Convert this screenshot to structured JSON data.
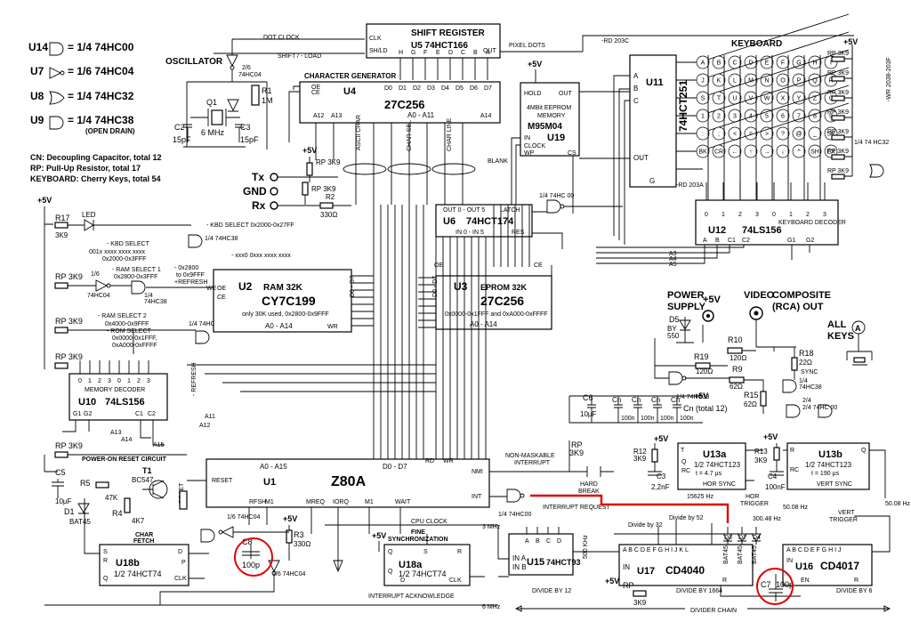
{
  "legend": {
    "u14": "U14",
    "u14_desc": "= 1/4 74HC00",
    "u7": "U7",
    "u7_desc": "= 1/6 74HC04",
    "u8": "U8",
    "u8_desc": "= 1/4 74HC32",
    "u9": "U9",
    "u9_desc": "= 1/4 74HC38",
    "u9_note": "(OPEN DRAIN)",
    "cn": "CN: Decoupling Capacitor, total 12",
    "rp": "RP: Pull-Up Resistor, total 17",
    "kb": "KEYBOARD: Cherry Keys, total 54"
  },
  "oscillator": {
    "title": "OSCILLATOR",
    "inv": "2/6",
    "inv_part": "74HC04",
    "r1": "R1",
    "r1_val": "1M",
    "q1": "Q1",
    "q1_val": "6 MHz",
    "c2": "C2",
    "c2_val": "15pF",
    "c3": "C3",
    "c3_val": "15pF"
  },
  "shift": {
    "title": "SHIFT REGISTER",
    "part": "U5  74HCT166",
    "clk": "CLK",
    "sh_ld": "SH/LD",
    "out": "OUT",
    "bits": [
      "H",
      "G",
      "F",
      "E",
      "D",
      "C",
      "B",
      "A"
    ],
    "dot_clock": "DOT CLOCK",
    "shift_load": "SHIFT / - LOAD",
    "pixel_dots": "PIXEL DOTS"
  },
  "chargen": {
    "title": "CHARACTER GENERATOR",
    "name": "U4",
    "part": "27C256",
    "ce": "CE",
    "oe": "OE",
    "a12": "A12",
    "a13": "A13",
    "data": [
      "D0",
      "D1",
      "D2",
      "D3",
      "D4",
      "D5",
      "D6",
      "D7"
    ],
    "addr": "A0 - A11",
    "a14": "A14",
    "bus1": "ASCII CHAR",
    "bus2": "CHAR SEL",
    "bus3": "CHAR LINE",
    "blank": "BLANK"
  },
  "eeprom": {
    "vcc": "+5V",
    "hold": "HOLD",
    "out": "OUT",
    "desc1": "4MBit EEPROM",
    "desc2": "MEMORY",
    "part": "M95M04",
    "name": "U19",
    "in": "IN",
    "clock": "CLOCK",
    "wp": "WP",
    "cs": "CS"
  },
  "u11": {
    "name": "U11",
    "part": "74HCT251",
    "pins": [
      "A",
      "B",
      "C"
    ],
    "out": "OUT",
    "g": "G",
    "rd": "-RD 203C",
    "rd2": "-RD 203A"
  },
  "keyboard": {
    "title": "KEYBOARD",
    "vcc": "+5V",
    "rp": "RP 3K9",
    "gate": "1/4 74 HC32",
    "wr": "-WR 2038-203F",
    "keys": [
      "A",
      "B",
      "C",
      "D",
      "E",
      "F",
      "G",
      "H",
      "I",
      "J",
      "K",
      "L",
      "M",
      "N",
      "O",
      "P",
      "Q",
      "R",
      "S",
      "T",
      "U",
      "V",
      "W",
      "X",
      "Y",
      "Z",
      "0",
      "1",
      "2",
      "3",
      "4",
      "5",
      "6",
      "7",
      "8",
      "9",
      ":",
      ";",
      "<",
      "=",
      ">",
      "?",
      "@",
      "_",
      "SP",
      "BK",
      "CR",
      "←",
      "↑",
      "→",
      "↓",
      "^",
      "SH",
      "EX"
    ]
  },
  "u12": {
    "name": "U12",
    "part": "74LS156",
    "desc": "KEYBOARD DECODER",
    "outs": [
      "0",
      "1",
      "2",
      "3",
      "0",
      "1",
      "2",
      "3"
    ],
    "ins": [
      "A",
      "B",
      "C1",
      "C2"
    ],
    "g": [
      "G1",
      "G2"
    ]
  },
  "serial": {
    "tx": "Tx",
    "gnd": "GND",
    "rx": "Rx",
    "r3": "RP 3K9",
    "r": "RP 3K9",
    "r2": "R2",
    "r2_val": "330Ω",
    "vcc": "+5V"
  },
  "u6": {
    "name": "U6",
    "part": "74HCT174",
    "out": "OUT 0 - OUT 5",
    "in": "IN 0 - IN 5",
    "latch": "LATCH",
    "res": "RES",
    "gate": "1/4 74HC 00"
  },
  "ram": {
    "name": "U2",
    "title": "RAM  32K",
    "part": "CY7C199",
    "note": "only 30K used, 0x2800-0x9FFF",
    "we": "WE",
    "oe": "OE",
    "ce": "CE",
    "data": "D0 - D7",
    "addr": "A0 - A14",
    "wr": "WR"
  },
  "rom": {
    "name": "U3",
    "title": "EPROM 32K",
    "part": "27C256",
    "note": "0x0000-0x1FFF and 0xA000-0xFFFF",
    "oe": "OE",
    "ce": "CE",
    "data": "D0 - D7",
    "addr": "A0 - A14"
  },
  "selects": {
    "kbd_select": "- KBD SELECT  0x2000-0x27FF",
    "kbd_select2": "- KBD SELECT",
    "kbd_range": "001x xxxx xxxx xxxx",
    "kbd_range2": "0x2000-0x3FFF",
    "ram1": "- RAM SELECT 1",
    "ram1_range": "0x2800-0x3FFF",
    "ram_to": "- 0x2800",
    "ram_to2": "to 0x9FFF",
    "refresh": "+REFRESH",
    "ram2": "- RAM SELECT 2",
    "ram2_range": "0x4000-0x9FFF",
    "rom": "- ROM SELECT",
    "rom_r1": "0x0000-0x1FFF,",
    "rom_r2": "0xA000-0xFFFF",
    "xxx": "- xxx0 0xxx xxxx xxxx",
    "refresh2": "- REFRESH"
  },
  "led": {
    "r17": "R17",
    "r17_val": "3K9",
    "led": "LED",
    "vcc": "+5V",
    "rp": "RP 3K9"
  },
  "u10": {
    "name": "U10",
    "part": "74LS156",
    "desc": "MEMORY DECODER",
    "g": [
      "G1",
      "G2",
      "C1",
      "C2"
    ],
    "outs": [
      "0",
      "1",
      "2",
      "3",
      "0",
      "1",
      "2",
      "3"
    ]
  },
  "power": {
    "title": "POWER",
    "title2": "SUPPLY",
    "vcc": "+5V",
    "d5": "D5",
    "d5_val": "BY 550",
    "video": "VIDEO",
    "composite": "COMPOSITE",
    "rca": "(RCA) OUT",
    "allkeys": "ALL",
    "allkeys2": "KEYS"
  },
  "video_net": {
    "r10": "R10",
    "r10_val": "120Ω",
    "r19": "R19",
    "r19_val": "120Ω",
    "r9": "R9",
    "r9_val": "62Ω",
    "r15": "R15",
    "r15_val": "62Ω",
    "r18": "R18",
    "r18_val": "22Ω",
    "sync": "SYNC",
    "gate1": "1/4 74HC38",
    "gate2": "2/4 74HC 00",
    "vcc": "+5V"
  },
  "decoupling": {
    "c6": "C6",
    "c6_val": "10µF",
    "cn": "Cn",
    "cn_val": "100n",
    "total": "Cn (total 12)"
  },
  "u1": {
    "name": "U1",
    "part": "Z80A",
    "addr": "A0 - A15",
    "data": "D0 - D7",
    "pins": [
      "RESET",
      "RFSH",
      "M1",
      "MREQ",
      "IORQ",
      "WAIT",
      "INT",
      "NMI",
      "RD",
      "WR"
    ],
    "nmi_label": "NON-MASKABLE",
    "nmi_label2": "INTERRUPT",
    "int_req": "INTERRUPT REQUEST",
    "hard_break": "HARD",
    "hard_break2": "BREAK",
    "gate_int": "1/4 74HC00",
    "int_ack": "INTERRUPT ACKNOWLEDGE"
  },
  "reset": {
    "title": "POWER-ON RESET CIRCUIT",
    "c5": "C5",
    "c5_val": "10µF",
    "r5": "R5",
    "r5_val": "47K",
    "r4": "R4",
    "r4_val": "4K7",
    "d1": "D1",
    "d1_val": "BAT45",
    "t1": "T1",
    "t1_val": "BC547",
    "reset": "RESET",
    "rp": "RP 3K9"
  },
  "u18b": {
    "name": "U18b",
    "part": "1/2 74HCT74",
    "title": "CHAR",
    "title2": "FETCH",
    "pins": [
      "S",
      "R",
      "Q",
      "Q",
      "D",
      "CLK",
      "P"
    ],
    "c8": "C8",
    "c8_val": "100p",
    "r3": "R3",
    "r3_val": "330Ω",
    "inv": "1/6 74HC04",
    "inv2": "1/6 74HC04",
    "vcc": "+5V"
  },
  "u18a": {
    "name": "U18a",
    "part": "1/2 74HCT74",
    "title": "FINE",
    "title2": "SYNCHRONIZATION",
    "cpu_clock": "CPU CLOCK",
    "mhz3": "3 MHz",
    "mhz6": "6 MHz",
    "vcc": "+5V"
  },
  "u15": {
    "name": "U15",
    "part": "74HCT93",
    "ina": "IN A",
    "inb": "IN B",
    "div": "DIVIDE BY 12",
    "khz": "500 KHz"
  },
  "u17": {
    "name": "U17",
    "part": "CD4040",
    "div": "DIVIDE BY 1664",
    "div32": "Divide by 32",
    "div52": "Divide by 52",
    "hz": "300.48 Hz",
    "rp": "RP",
    "rp_val": "3K9",
    "vcc": "+5V",
    "bits": "A B C D E F G H I J K L",
    "d3": "D3",
    "d2": "D2",
    "d4": "D4",
    "bat": "BAT45"
  },
  "u16": {
    "name": "U16",
    "part": "CD4017",
    "div": "DIVIDE BY 6",
    "bits": "A B C D E F G H I J",
    "en": "EN",
    "c7": "C7",
    "c7_val": "100p",
    "hz": "50.08 Hz",
    "chain": "DIVIDER CHAIN"
  },
  "u13a": {
    "name": "U13a",
    "part": "1/2 74HCT123",
    "t": "t = 4.7 µs",
    "vcc": "+5V",
    "r12": "R12",
    "r12_val": "3K9",
    "c3": "C3",
    "c3_val": "2,2nF",
    "sync": "HOR SYNC",
    "trigger": "HOR",
    "trigger2": "TRIGGER",
    "hz": "15625 Hz"
  },
  "u13b": {
    "name": "U13b",
    "part": "1/2 74HCT123",
    "t": "t = 190 µs",
    "vcc": "+5V",
    "r13": "R13",
    "r13_val": "3K9",
    "c4": "C4",
    "c4_val": "100nF",
    "sync": "VERT SYNC",
    "trigger": "VERT",
    "trigger2": "TRIGGER",
    "hz": "50.08 Hz",
    "hz2": "50.08 Hz"
  }
}
